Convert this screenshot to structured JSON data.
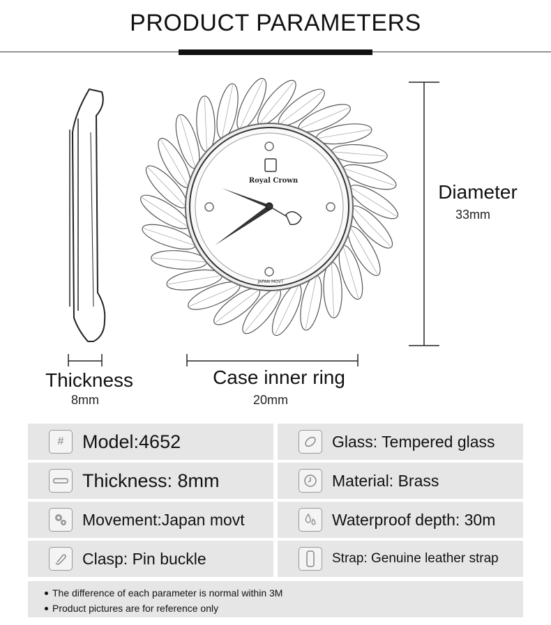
{
  "header": {
    "title": "PRODUCT PARAMETERS"
  },
  "watch_image": {
    "brand": "Royal Crown",
    "dial_text": "JAPAN MOVT"
  },
  "dimensions": {
    "thickness": {
      "label": "Thickness",
      "value": "8mm"
    },
    "inner_ring": {
      "label": "Case inner ring",
      "value": "20mm"
    },
    "diameter": {
      "label": "Diameter",
      "value": "33mm"
    }
  },
  "params": [
    {
      "icon": "hash-icon",
      "text": "Model:4652"
    },
    {
      "icon": "glass-icon",
      "text": "Glass: Tempered glass"
    },
    {
      "icon": "watch-side-icon",
      "text": "Thickness: 8mm"
    },
    {
      "icon": "clock-icon",
      "text": "Material: Brass"
    },
    {
      "icon": "gears-icon",
      "text": "Movement:Japan movt"
    },
    {
      "icon": "water-drop-icon",
      "text": "Waterproof depth: 30m"
    },
    {
      "icon": "clasp-icon",
      "text": "Clasp: Pin buckle"
    },
    {
      "icon": "strap-icon",
      "text": "Strap: Genuine leather strap"
    }
  ],
  "notes": [
    "The difference of each parameter is normal within 3M",
    "Product pictures are for reference only"
  ]
}
